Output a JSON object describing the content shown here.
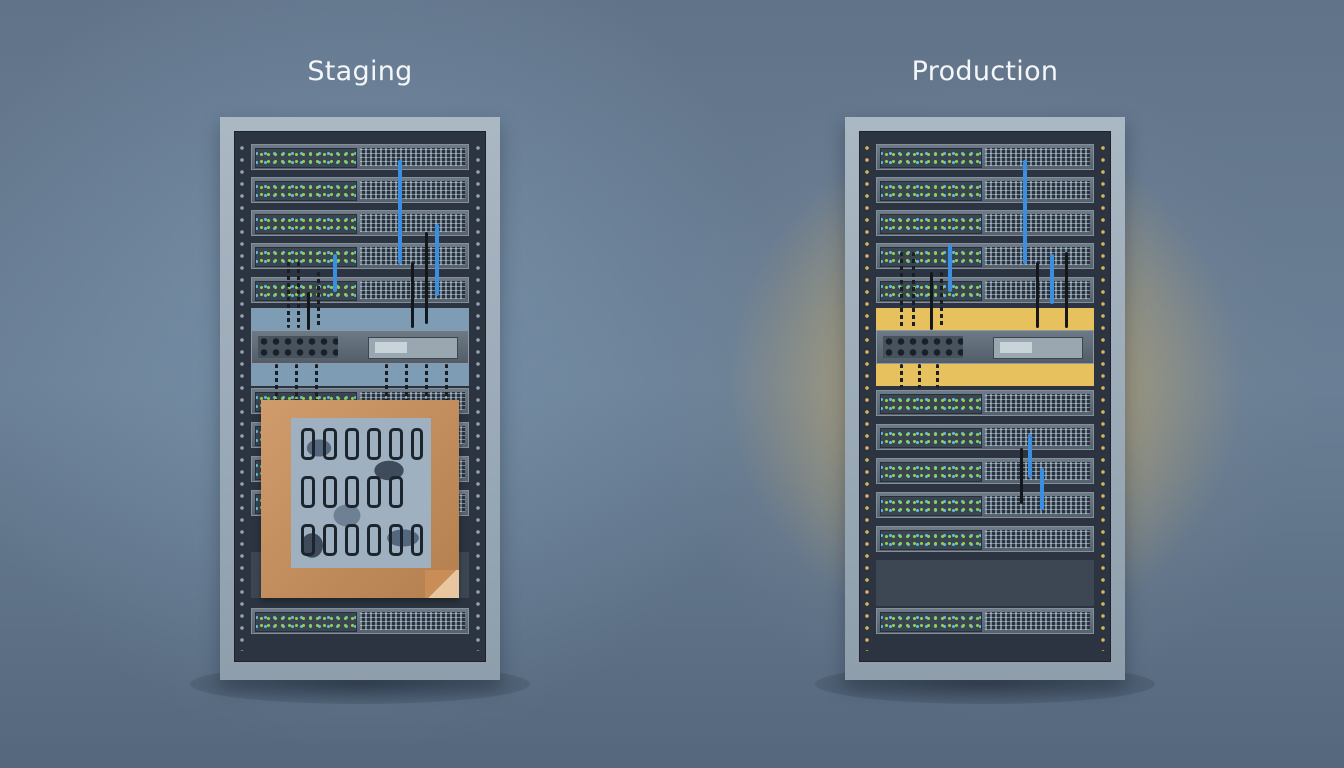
{
  "labels": {
    "left_title": "Staging",
    "right_title": "Production"
  },
  "colors": {
    "highlight": "#e7c15e",
    "cable": "#3b8fe0",
    "rack_frame": "#aab8c4",
    "patch": "#c98e58"
  },
  "racks": [
    {
      "id": "staging",
      "icon": "server-rack-icon",
      "overlay": "cardboard-patch-icon"
    },
    {
      "id": "production",
      "icon": "server-rack-icon",
      "highlight": "glow"
    }
  ]
}
